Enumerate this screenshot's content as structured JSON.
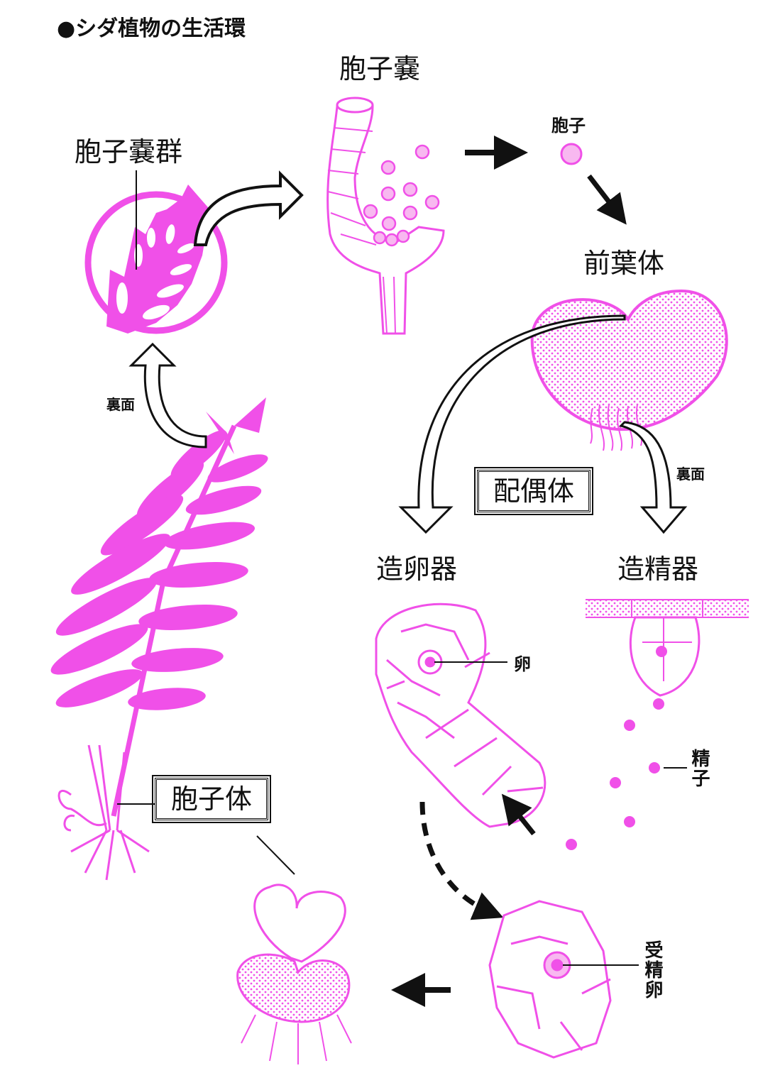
{
  "title": "●シダ植物の生活環",
  "labels": {
    "sporangium": "胞子嚢",
    "sorus": "胞子嚢群",
    "spore": "胞子",
    "prothallium": "前葉体",
    "gametophyte": "配偶体",
    "underside_left": "裏面",
    "underside_right": "裏面",
    "archegonium": "造卵器",
    "antheridium": "造精器",
    "egg": "卵",
    "sperm": "精子",
    "zygote": "受精卵",
    "sporophyte": "胞子体"
  },
  "colors": {
    "accent": "#f050e8",
    "spore_fill": "#f8b8f0",
    "line": "#111111"
  }
}
